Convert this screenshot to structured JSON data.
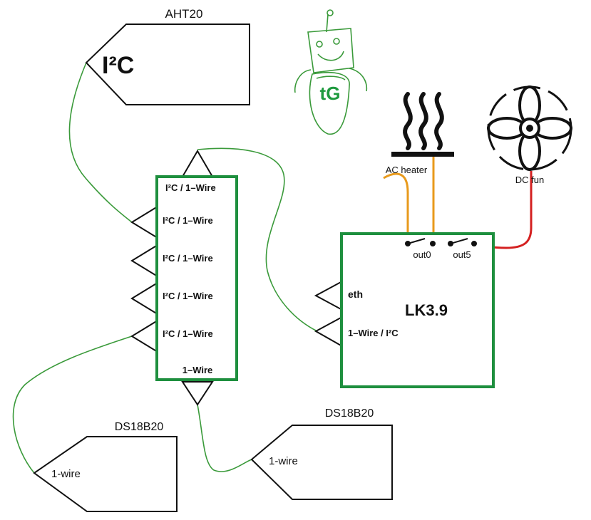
{
  "aht20": {
    "title": "AHT20",
    "port": "I²C"
  },
  "hub": {
    "top_port": "I²C / 1–Wire",
    "ports": [
      "I²C / 1–Wire",
      "I²C / 1–Wire",
      "I²C / 1–Wire",
      "I²C / 1–Wire"
    ],
    "bottom_port": "1–Wire"
  },
  "controller": {
    "name": "LK3.9",
    "eth": "eth",
    "bus": "1–Wire / I²C",
    "relays": [
      "out0",
      "out5"
    ]
  },
  "heater": {
    "label": "AC heater"
  },
  "fan": {
    "label": "DC fun"
  },
  "sensor_left": {
    "title": "DS18B20",
    "port": "1-wire"
  },
  "sensor_right": {
    "title": "DS18B20",
    "port": "1-wire"
  },
  "logo": {
    "text": "tG"
  },
  "colors": {
    "box_green": "#1e8f3e",
    "wire_green": "#3a9a3a",
    "wire_orange": "#e89a1c",
    "wire_red": "#d42020"
  }
}
